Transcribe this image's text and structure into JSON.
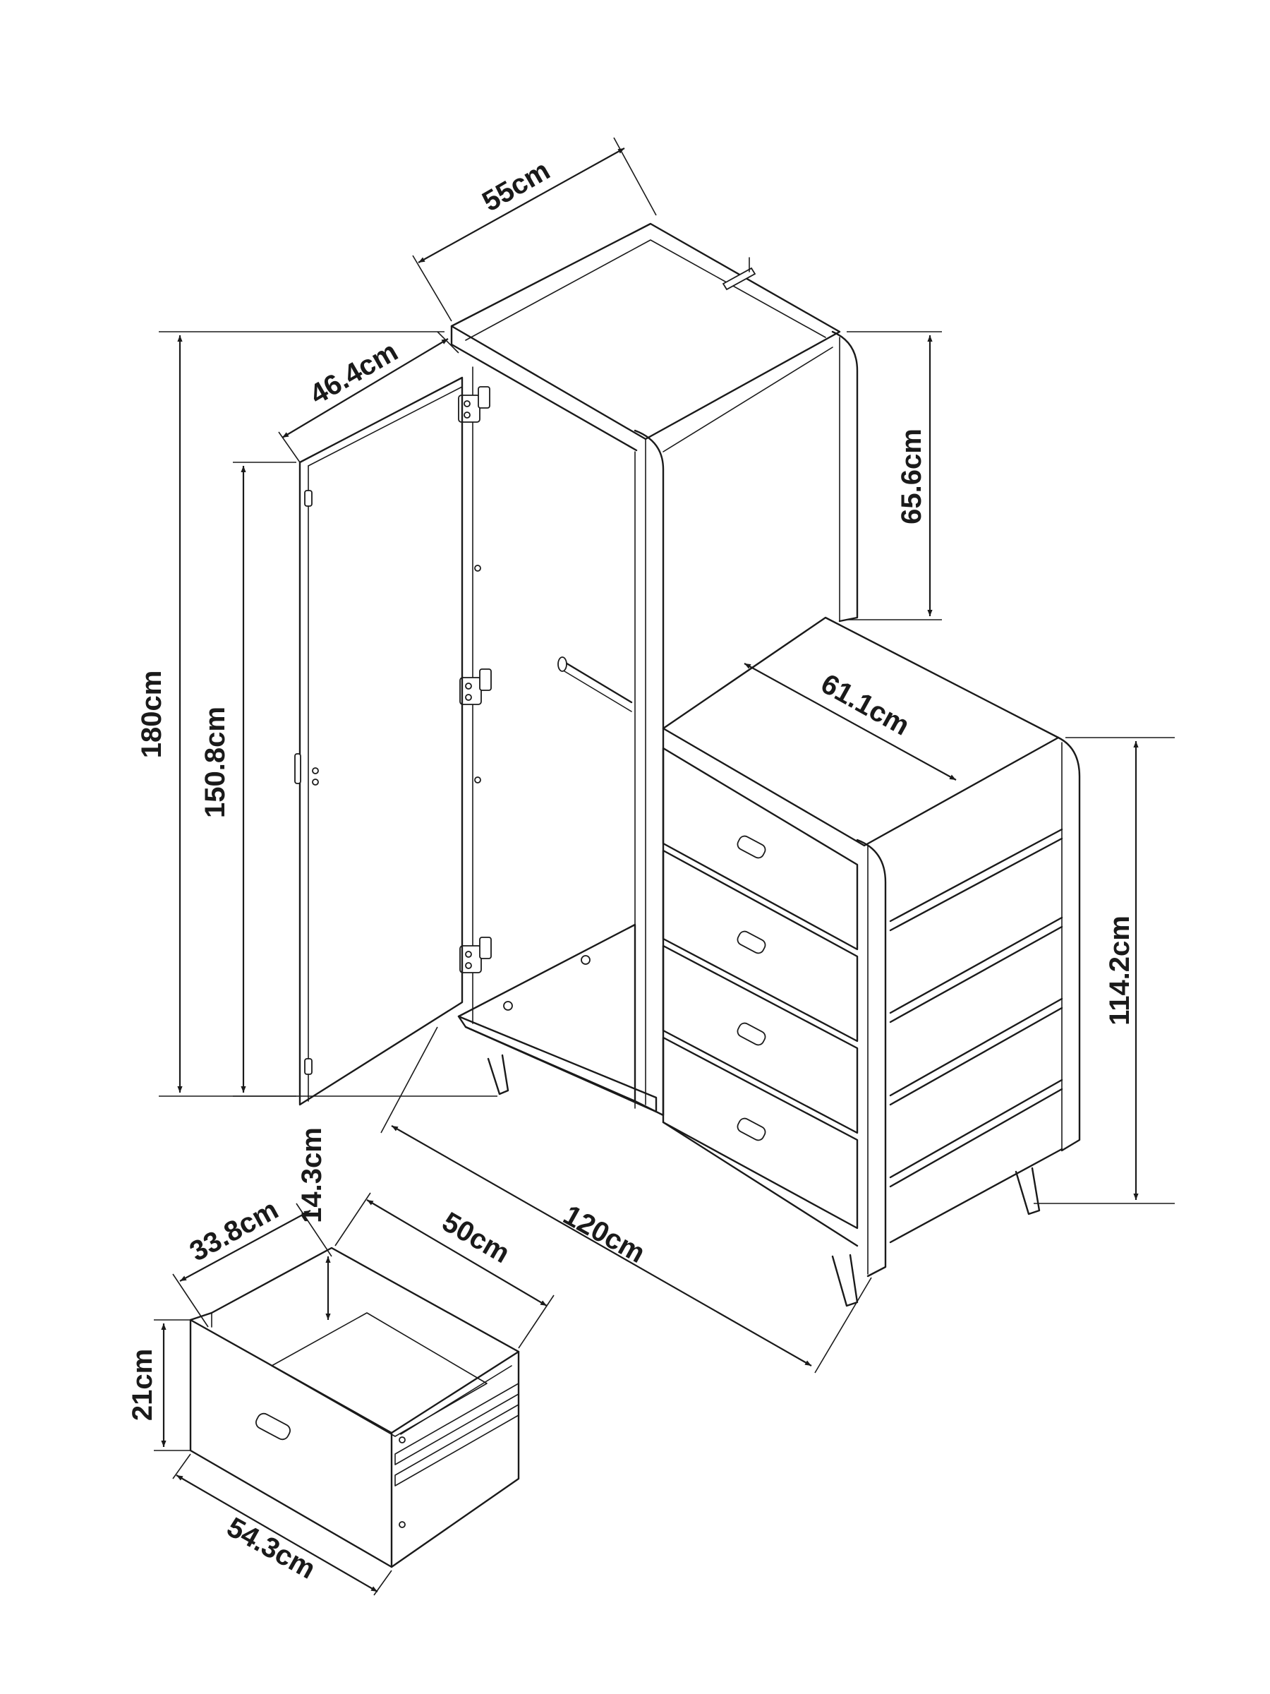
{
  "dimensions": {
    "overall_height": "180cm",
    "door_width": "46.4cm",
    "door_height": "150.8cm",
    "wardrobe_depth": "55cm",
    "upper_height": "65.6cm",
    "chest_depth": "61.1cm",
    "chest_height": "114.2cm",
    "overall_width": "120cm",
    "drawer_inner_height": "14.3cm",
    "drawer_depth": "33.8cm",
    "drawer_length": "50cm",
    "drawer_height": "21cm",
    "drawer_width": "54.3cm"
  },
  "colors": {
    "line": "#1a1a1a",
    "background": "#ffffff"
  }
}
